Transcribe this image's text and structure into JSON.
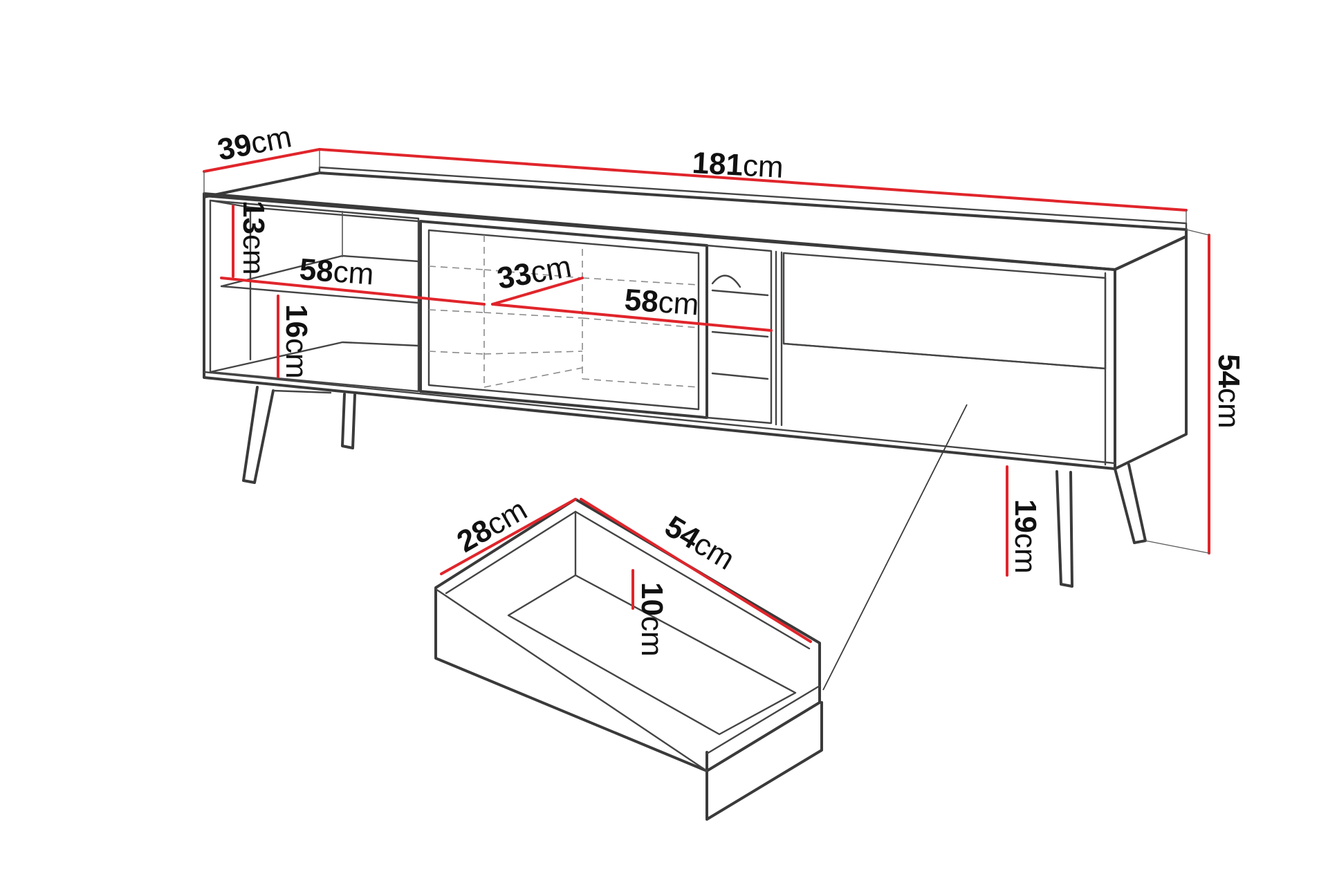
{
  "colors": {
    "dimension_line": "#e0252b",
    "outline": "#3a3a3a",
    "hidden_line": "#8a8a8a",
    "background": "#ffffff"
  },
  "dimensions": {
    "depth": {
      "value": "39",
      "unit": "cm"
    },
    "width": {
      "value": "181",
      "unit": "cm"
    },
    "height": {
      "value": "54",
      "unit": "cm"
    },
    "open_shelf_height": {
      "value": "13",
      "unit": "cm"
    },
    "lower_shelf_height": {
      "value": "16",
      "unit": "cm"
    },
    "shelf_width_left": {
      "value": "58",
      "unit": "cm"
    },
    "inner_depth": {
      "value": "33",
      "unit": "cm"
    },
    "shelf_width_center": {
      "value": "58",
      "unit": "cm"
    },
    "leg_height": {
      "value": "19",
      "unit": "cm"
    },
    "drawer_width": {
      "value": "28",
      "unit": "cm"
    },
    "drawer_depth": {
      "value": "54",
      "unit": "cm"
    },
    "drawer_height": {
      "value": "10",
      "unit": "cm"
    }
  }
}
